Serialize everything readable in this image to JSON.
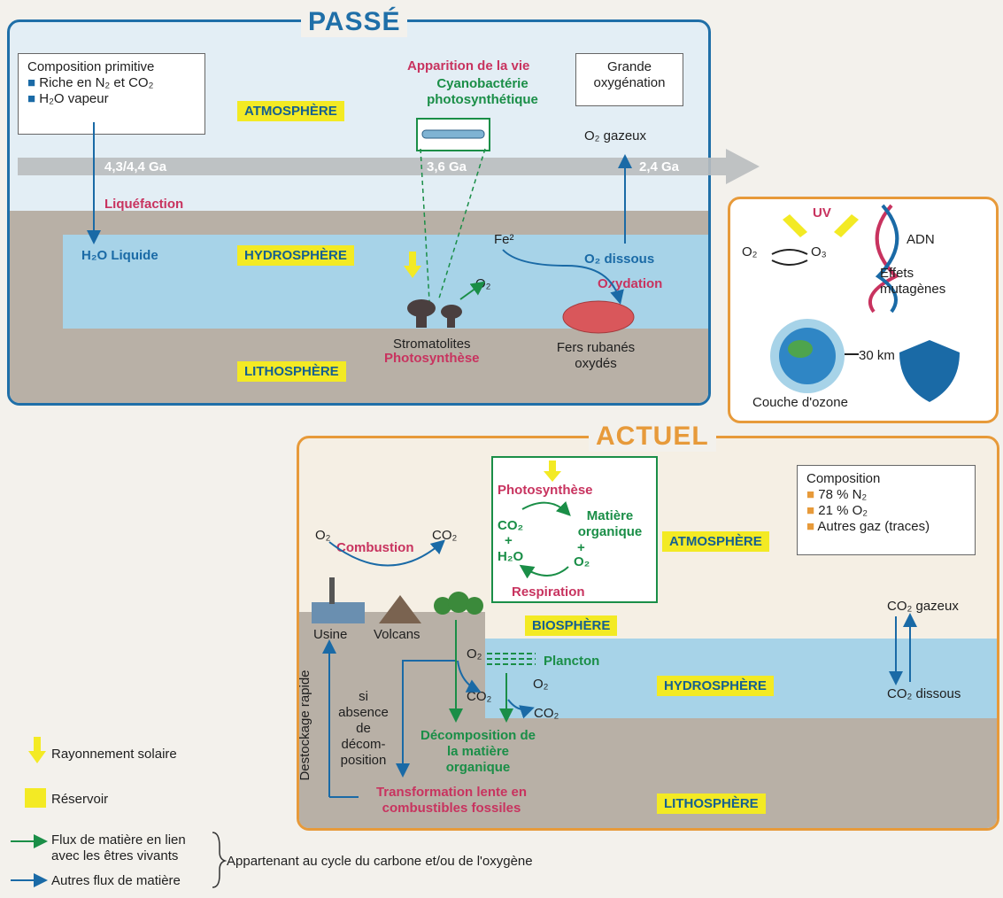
{
  "past": {
    "title": "PASSÉ",
    "composition": {
      "title": "Composition primitive",
      "item1": "Riche en N₂ et CO₂",
      "item2": "H₂O vapeur"
    },
    "atmosphere": "ATMOSPHÈRE",
    "hydrosphere": "HYDROSPHÈRE",
    "lithosphere": "LITHOSPHÈRE",
    "life_title": "Apparition de la vie",
    "cyano": "Cyanobactérie photosynthétique",
    "great_oxy": "Grande oxygénation",
    "o2_gas": "O₂ gazeux",
    "dates": [
      "4,3/4,4 Ga",
      "3,6 Ga",
      "2,4 Ga"
    ],
    "liquefaction": "Liquéfaction",
    "h2o_liquid": "H₂O Liquide",
    "fe": "Fe²",
    "o2": "O₂",
    "o2_dissolved": "O₂ dissous",
    "oxidation": "Oxydation",
    "stromatolites": "Stromatolites",
    "photosynthesis": "Photosynthèse",
    "banded_iron": "Fers rubanés oxydés"
  },
  "ozone": {
    "uv": "UV",
    "o2": "O₂",
    "o3": "O₃",
    "adn": "ADN",
    "mutagenic": "Effets mutagènes",
    "km": "30 km",
    "layer": "Couche d'ozone"
  },
  "present": {
    "title": "ACTUEL",
    "composition": {
      "title": "Composition",
      "item1": "78 % N₂",
      "item2": "21 % O₂",
      "item3": "Autres gaz (traces)"
    },
    "atmosphere": "ATMOSPHÈRE",
    "biosphere": "BIOSPHÈRE",
    "hydrosphere": "HYDROSPHÈRE",
    "lithosphere": "LITHOSPHÈRE",
    "photosynthesis": "Photosynthèse",
    "co2": "CO₂",
    "plus": "+",
    "h2o": "H₂O",
    "organic_matter": "Matière organique",
    "o2": "O₂",
    "respiration": "Respiration",
    "combustion": "Combustion",
    "factory": "Usine",
    "volcanoes": "Volcans",
    "plankton": "Plancton",
    "destock": "Destockage rapide",
    "no_decomp": "si absence de décom- position",
    "decomposition": "Décomposition de la matière organique",
    "fossil": "Transformation lente en combustibles fossiles",
    "co2_gas": "CO₂ gazeux",
    "co2_dissolved": "CO₂ dissous"
  },
  "legend": {
    "solar": "Rayonnement solaire",
    "reservoir": "Réservoir",
    "flux_living": "Flux de matière en lien avec les êtres vivants",
    "flux_other": "Autres flux de matière",
    "cycle": "Appartenant au cycle du carbone et/ou de l'oxygène"
  },
  "colors": {
    "blue": "#1a6aa6",
    "green": "#1a8e47",
    "pink": "#c8335f",
    "yellow": "#f3ea24",
    "orange": "#e79a3a"
  }
}
